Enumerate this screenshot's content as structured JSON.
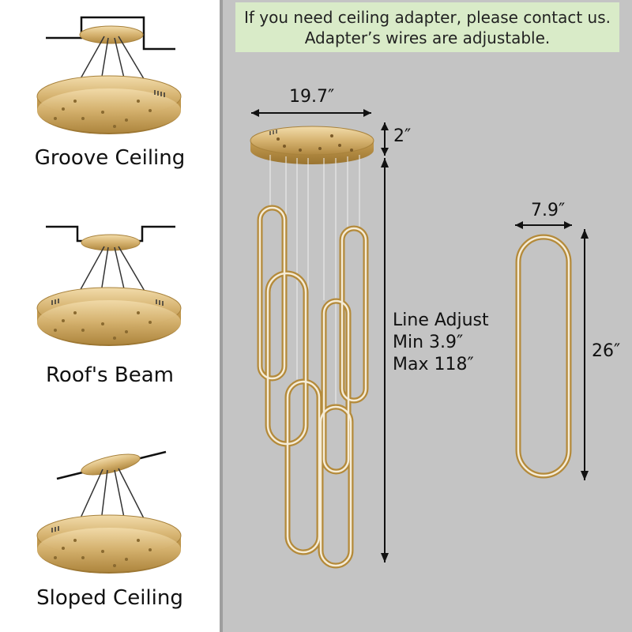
{
  "notice": {
    "line1": "If you need ceiling adapter, please contact us.",
    "line2": "Adapter’s wires are adjustable."
  },
  "installations": [
    {
      "label": "Groove Ceiling",
      "type": "groove"
    },
    {
      "label": "Roof's Beam",
      "type": "beam"
    },
    {
      "label": "Sloped Ceiling",
      "type": "sloped"
    }
  ],
  "dimensions": {
    "canopy_width": "19.7″",
    "canopy_height": "2″",
    "ring_width": "7.9″",
    "ring_height": "26″",
    "line_adjust": {
      "title": "Line Adjust",
      "min": "Min 3.9″",
      "max": "Max 118″"
    }
  },
  "colors": {
    "gold": "#c9a35a",
    "gold_light": "#e8cf96",
    "panel_gray": "#c4c4c4",
    "notice_green": "#d9ebc8"
  }
}
